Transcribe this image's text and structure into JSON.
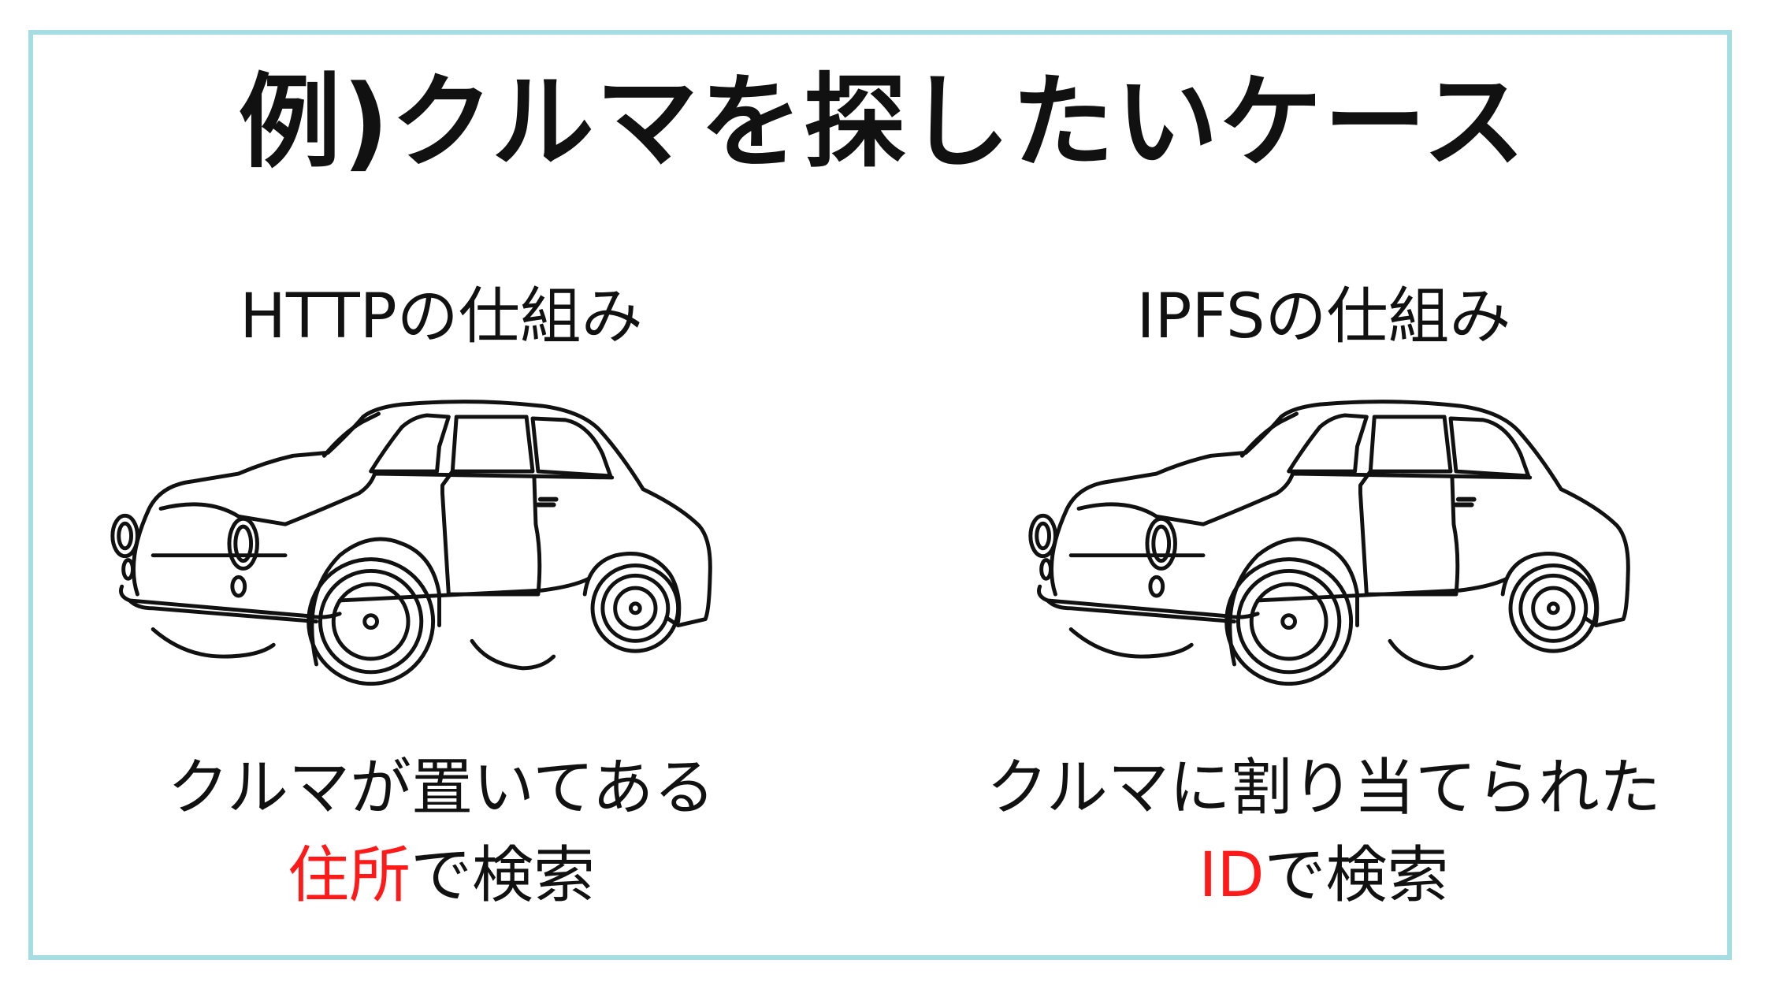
{
  "title": "例)クルマを探したいケース",
  "colors": {
    "border": "#a6dde3",
    "highlight": "#ff1a1a",
    "text": "#111111"
  },
  "left": {
    "heading": "HTTPの仕組み",
    "line1": "クルマが置いてある",
    "highlight": "住所",
    "rest": "で検索",
    "icon": "car-icon"
  },
  "right": {
    "heading": "IPFSの仕組み",
    "line1": "クルマに割り当てられた",
    "highlight": "ID",
    "rest": "で検索",
    "icon": "car-icon"
  }
}
